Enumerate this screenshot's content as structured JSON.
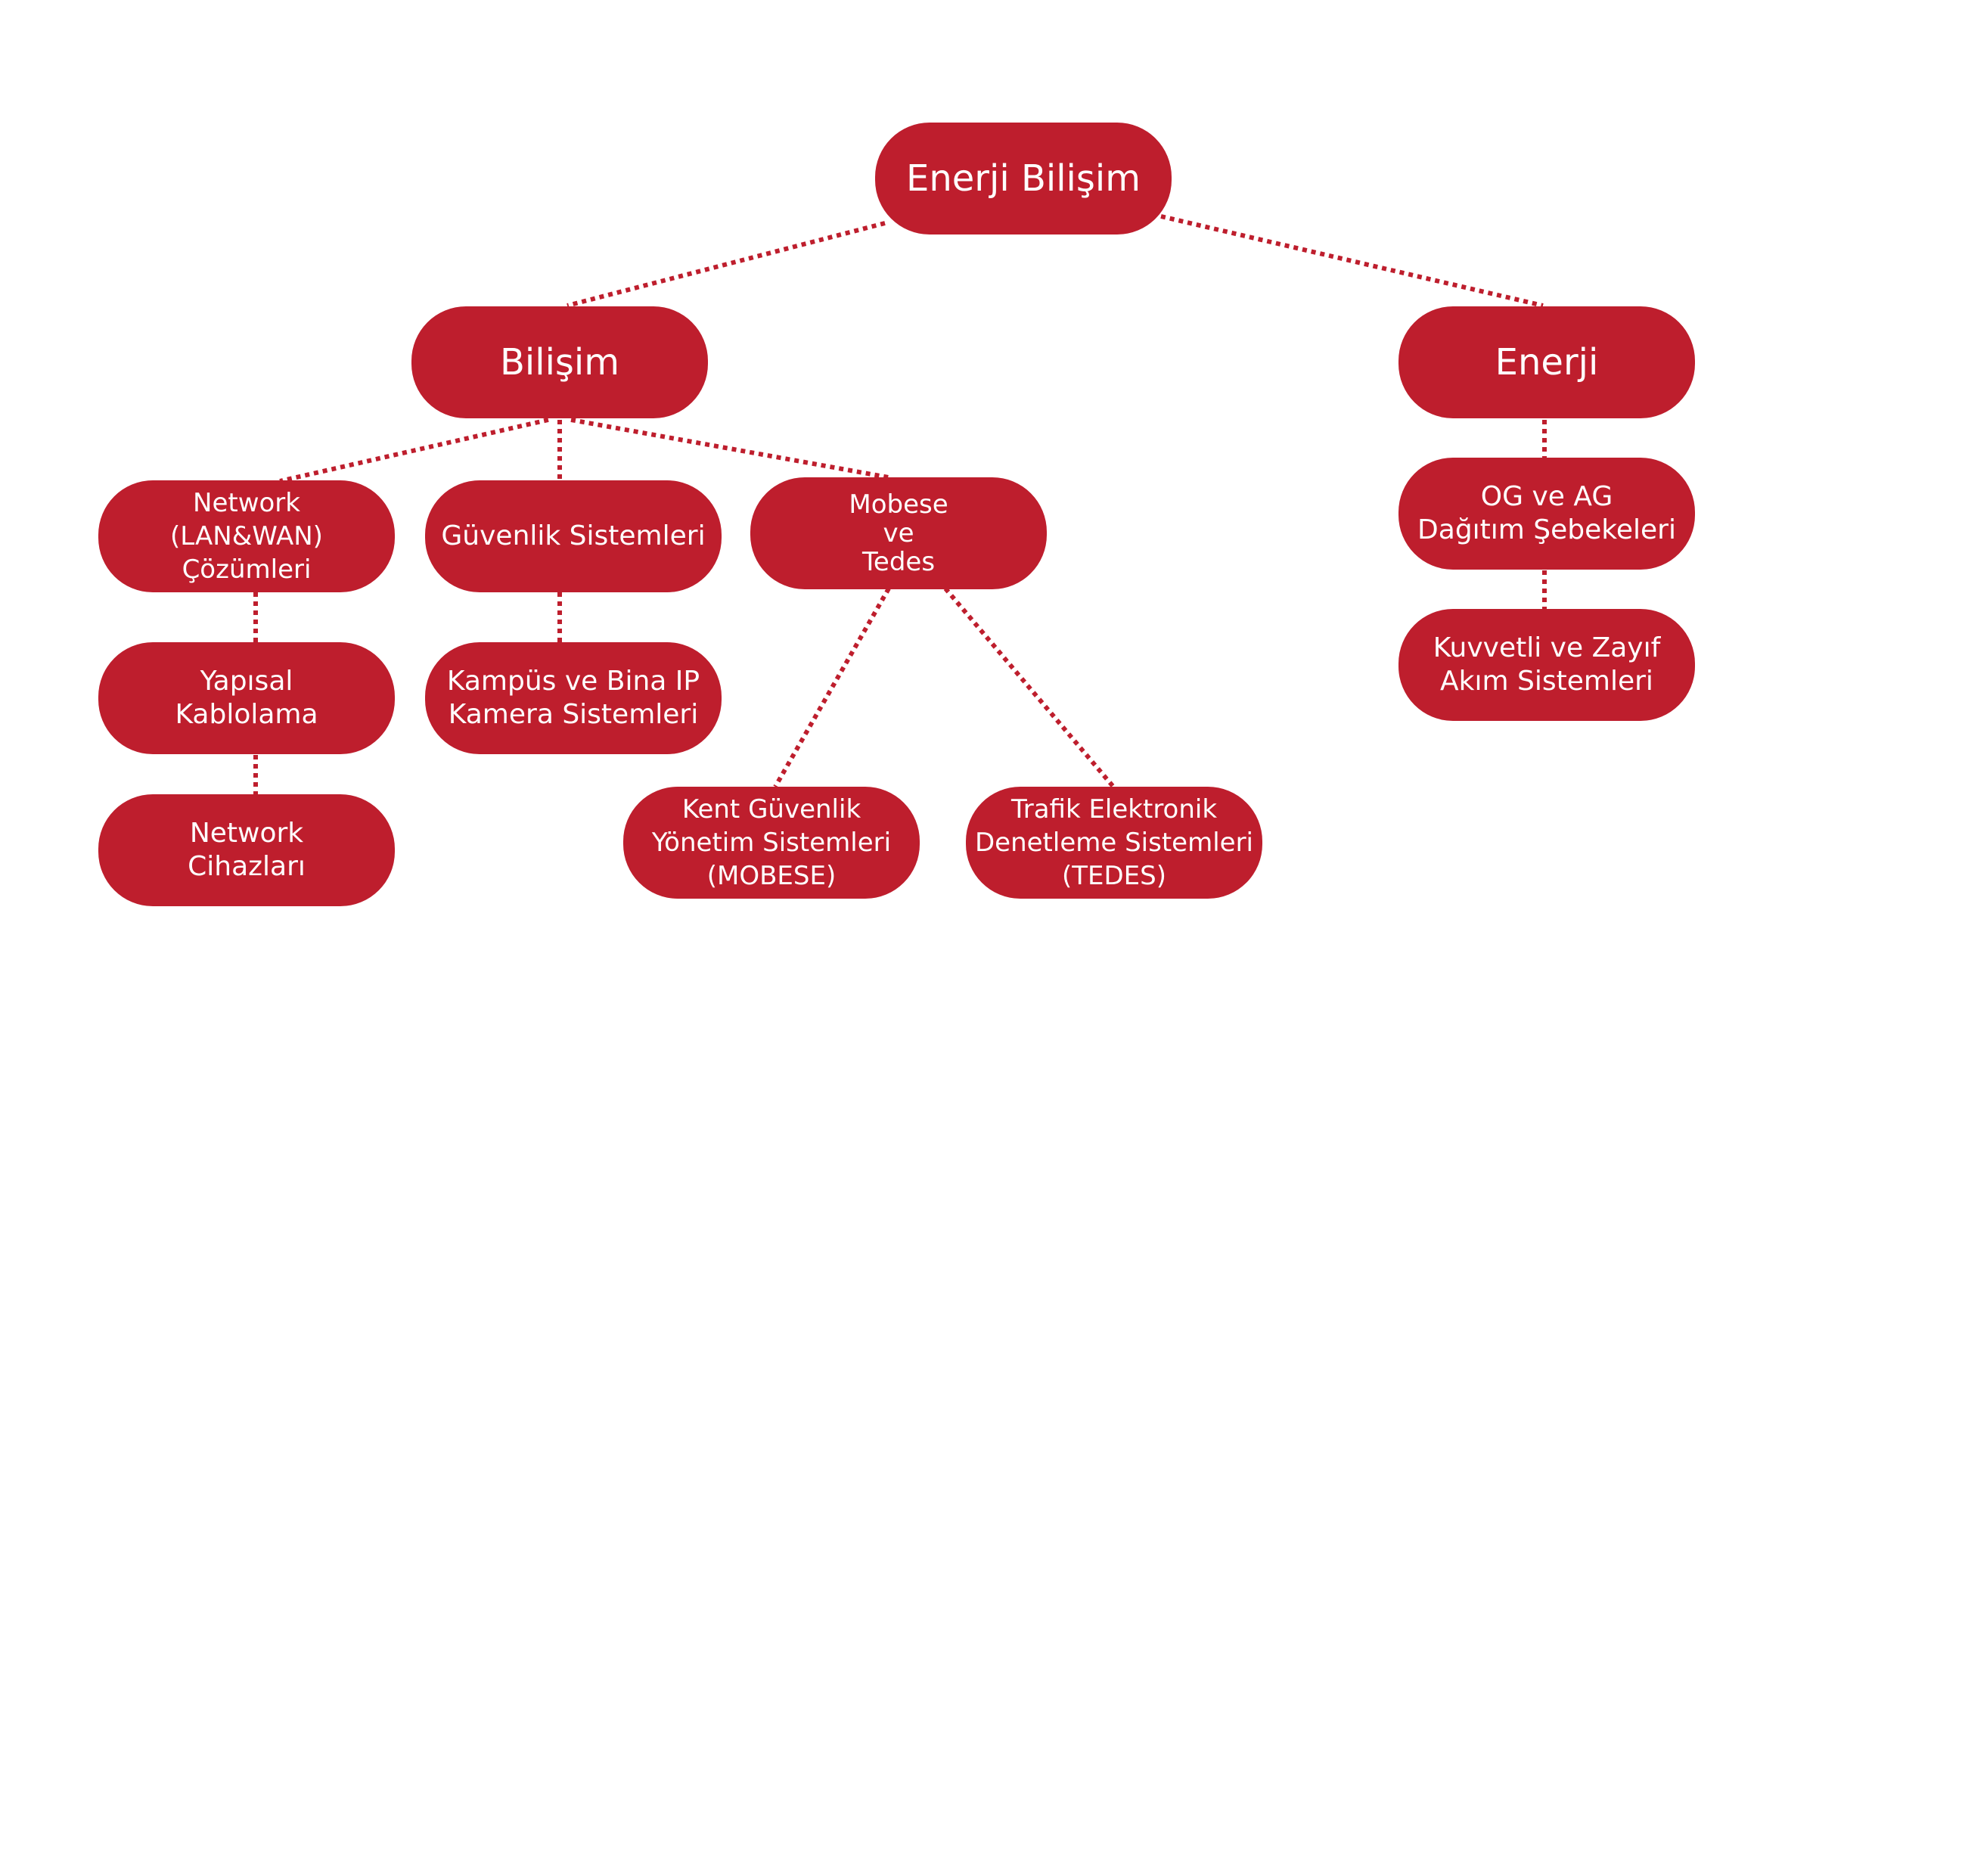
{
  "diagram": {
    "accent_color": "#be1e2d",
    "text_color": "#ffffff",
    "background_color": "#ffffff",
    "nodes": {
      "root": {
        "lines": [
          "Enerji Bilişim"
        ]
      },
      "bilisim": {
        "lines": [
          "Bilişim"
        ]
      },
      "enerji": {
        "lines": [
          "Enerji"
        ]
      },
      "network": {
        "lines": [
          "Network",
          "(LAN&WAN)",
          "Çözümleri"
        ]
      },
      "guvenlik": {
        "lines": [
          "Güvenlik Sistemleri"
        ]
      },
      "mobese": {
        "lines": [
          "Mobese",
          "ve",
          "Tedes"
        ]
      },
      "og_ag": {
        "lines": [
          "OG ve AG",
          "Dağıtım Şebekeleri"
        ]
      },
      "yapisal": {
        "lines": [
          "Yapısal",
          "Kablolama"
        ]
      },
      "kampus": {
        "lines": [
          "Kampüs ve Bina IP",
          "Kamera Sistemleri"
        ]
      },
      "kuvvetli": {
        "lines": [
          "Kuvvetli ve Zayıf",
          "Akım Sistemleri"
        ]
      },
      "network_cihaz": {
        "lines": [
          "Network",
          "Cihazları"
        ]
      },
      "kent": {
        "lines": [
          "Kent Güvenlik",
          "Yönetim Sistemleri",
          "(MOBESE)"
        ]
      },
      "trafik": {
        "lines": [
          "Trafik Elektronik",
          "Denetleme Sistemleri",
          "(TEDES)"
        ]
      }
    }
  }
}
